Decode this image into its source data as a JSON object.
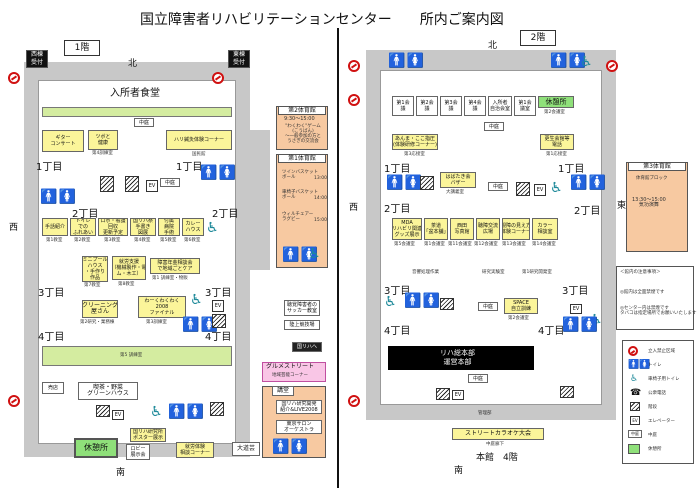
{
  "title": "国立障害者リハビリテーションセンター　　所内ご案内図",
  "left_floor": {
    "floor_label": "1階",
    "north": "北",
    "south": "南",
    "west": "西",
    "east": "東",
    "west_reception": "西棟\n受付",
    "east_reception": "東棟\n受付",
    "cafeteria": "入所者食堂",
    "courtyard": "中庭",
    "shops": [
      "ギター\nコンサート",
      "ツボと\n健康",
      "ハリ鍼灸体験コーナー"
    ],
    "shop_subs": [
      "",
      "第4訓練室",
      ""
    ],
    "kaikan": "国民館",
    "chome1": "1丁目",
    "chome2": "2丁目",
    "chome3": "3丁目",
    "chome4": "4丁目",
    "row2": [
      "手話紹介",
      "トイレ\nでの\nふれあい",
      "ロボ・看護\n回収\n更新予定",
      "国リハ祭\n手書き\n図展",
      "付属\n病院\n手術",
      "カレー\nハウス"
    ],
    "row2_subs": [
      "第1教室",
      "第2教室",
      "第3教室",
      "第4教室",
      "第5教室",
      "第6教室"
    ],
    "mini_pool": "ミニプール\nハウス\n・手作り\n作品",
    "pool_sub": "第7教室",
    "health": "就労支援\n（機械製作・電\nム・木工）",
    "health_sub": "第8教室",
    "support": "障害年金相談会\nで地域ごとケア",
    "support_sub": "第1 訓練室・物販",
    "cleaning": "クリーニング\n屋さん",
    "cleaning_sub": "第2研究・業務棟",
    "waku": "わーくわくわく\n2008\nファイナル",
    "waku_sub": "第3訓練室",
    "hall5": "第5 訓練室",
    "tobacco": "売店",
    "green": "喫茶・野菜\nグリーンハウス",
    "rest_area": "休憩所",
    "poster": "国リハ研究所\nポスター展示",
    "lobby": "ロビー\n展示会",
    "consult": "就労体験\n相談コーナー",
    "south_gate": "大道芸"
  },
  "gym2": {
    "title": "第2体育館",
    "time": "9:30～15:00",
    "event": "\"わくわく\"ゲーム\n(こうばん)\n～一般参加の方と\nうさぎの交流会"
  },
  "gym1": {
    "title": "第1体育館",
    "events": [
      "ツインバスケット\nボール",
      "車椅子バスケット\nボール",
      "ウィルチェアー\nラグビー"
    ],
    "times": [
      "13:00",
      "14:00",
      "15:00"
    ]
  },
  "deaf_soccer": "聴覚障害者の\nサッカー教室",
  "entrance_sign": "陸上競技場",
  "rihabiri": "国リハへ",
  "gourmet": {
    "title": "グルメストリート",
    "sub": "地域芸能コーナー",
    "hall": "講堂",
    "events": [
      "国リハ研究開発\n紹介&LIVE2008",
      "東京サロン\nオーケストラ"
    ]
  },
  "right_floor": {
    "floor_label": "2階",
    "north": "北",
    "south": "南",
    "west": "西",
    "east": "東",
    "top_rooms": [
      "第1会議",
      "第2会議",
      "第3会議",
      "第4会議",
      "入所者\n自治会室",
      "第1会議室"
    ],
    "rest_area": "休憩所",
    "rest_sub": "第2会議室",
    "courtyard": "中庭",
    "activity": "あんま・ここ指圧\n(体験研修コーナー)",
    "activity_sub": "第3応接室",
    "massage": "更生会館等\n電話",
    "massage_sub": "第1応接室",
    "bazaar": "はばたき会\nバザー",
    "bazaar_sub": "大講義室",
    "mda": "MDA\nリハビリ関連\nグッズ展示",
    "mda_sub": "第5会議室",
    "shop2": "茶道\n「盆本舗」",
    "shop2_sub": "第1会議室",
    "shop3": "西田\n写真館",
    "shop3_sub": "第11会議室",
    "shop4": "聴障交流\n広場",
    "shop4_sub": "第12会議室",
    "shop5": "視障の見え方\n体験コーナー",
    "shop5_sub": "第13会議室",
    "shop6": "カラー\n相談室",
    "shop6_sub": "第14会議室",
    "lab1": "音響処理作業",
    "lab2": "研究実験室",
    "lab3": "第1研究開発室",
    "space": "SPACE\n自立訓練",
    "space_sub": "第2会議室",
    "hq": "リハ総本部\n運営本部",
    "street_sub": "管理部",
    "karaoke": "ストリートカラオケ大会",
    "karaoke_sub": "中庭廊下",
    "main_bldg": "本館　4階",
    "gym3": "第3体育館",
    "gym3_sub": "体育館ブロック",
    "gym3_time": "13:30～15:00\n気功演舞",
    "notice_title": "＜館内の注意事項＞",
    "notice1": "◎館内は全面禁煙です",
    "notice2": "◎センター内は禁煙です\nタバコは指定場所でお願いいたします"
  },
  "legend": {
    "items": [
      "立入禁止区域",
      "トイレ",
      "車椅子用トイレ",
      "公衆電話",
      "階段",
      "エレベーター",
      "中庭",
      "休憩所"
    ],
    "ev": "EV",
    "court": "中庭"
  }
}
